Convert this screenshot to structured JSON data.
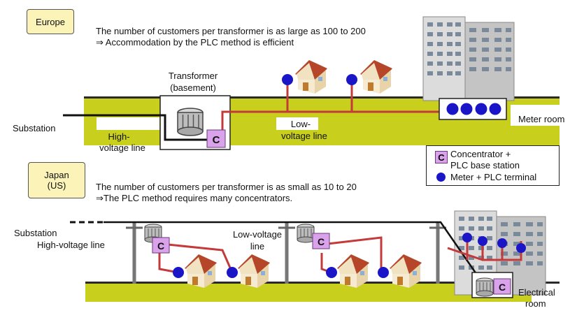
{
  "europe": {
    "region_label": "Europe",
    "note_line1": "The number of customers per transformer is as large as 100 to 200",
    "note_line2": "⇒ Accommodation by the PLC method is efficient",
    "transformer_line1": "Transformer",
    "transformer_line2": "(basement)",
    "substation": "Substation",
    "hv_line1": "High-",
    "hv_line2": "voltage line",
    "lv_line1": "Low-",
    "lv_line2": "voltage line",
    "meter_room": "Meter room"
  },
  "legend": {
    "concentrator_line1": "Concentrator +",
    "concentrator_line2": "PLC base station",
    "meter": "Meter + PLC terminal",
    "c_letter": "C"
  },
  "japan": {
    "region_line1": "Japan",
    "region_line2": "(US)",
    "note_line1": "The number of customers per transformer is as small as 10 to 20",
    "note_line2": "⇒The PLC method requires many concentrators.",
    "substation": "Substation",
    "hv_line": "High-voltage line",
    "lv_line1": "Low-voltage",
    "lv_line2": "line",
    "electrical_line1": "Electrical",
    "electrical_line2": "room"
  },
  "colors": {
    "ground": "#c8cf1c",
    "power_line": "#c43a3a",
    "meter_dot": "#1a16c8",
    "concentrator": "#d9a2ea",
    "region_box": "#fbf3b8"
  }
}
